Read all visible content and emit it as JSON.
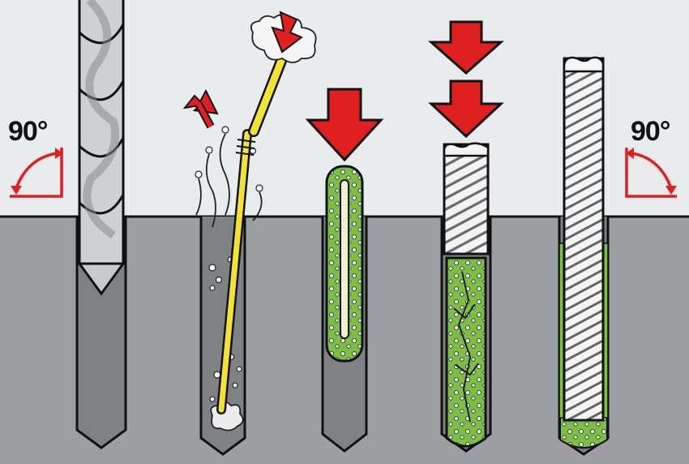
{
  "diagram": {
    "steps": [
      {
        "id": "drill",
        "icon": "drill-bit-icon"
      },
      {
        "id": "clean",
        "icon": "blow-tube-icon"
      },
      {
        "id": "capsule",
        "icon": "resin-capsule-icon"
      },
      {
        "id": "insert",
        "icon": "threaded-rod-insert-icon"
      },
      {
        "id": "set",
        "icon": "anchor-set-icon"
      }
    ],
    "angle_left": "90°",
    "angle_right": "90°",
    "colors": {
      "background": "#e9ebed",
      "concrete": "#9c9ea1",
      "hole": "#7f8184",
      "resin": "#7ac143",
      "tube": "#f2e233",
      "arrow": "#e02020",
      "outline": "#111111"
    }
  }
}
